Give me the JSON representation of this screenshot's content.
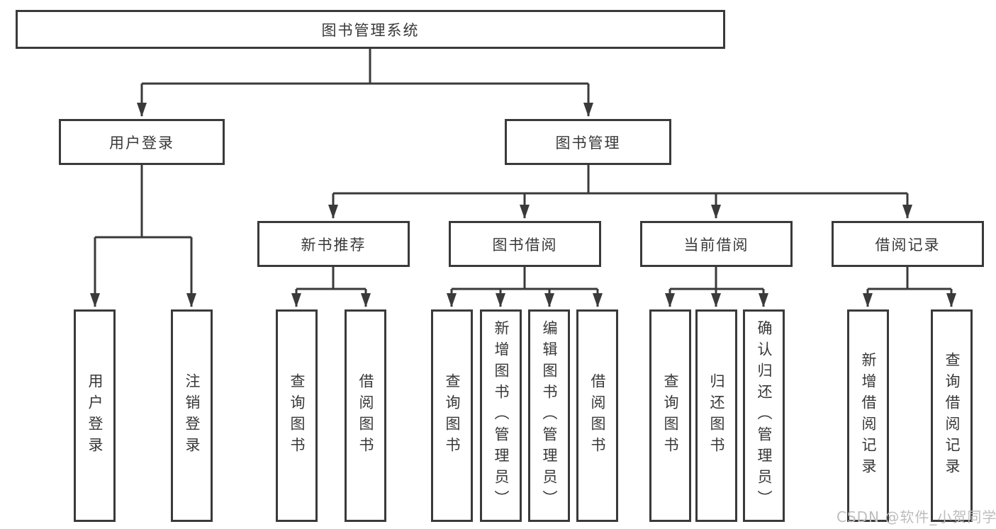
{
  "diagram": {
    "title": "图书管理系统",
    "root": {
      "label": "图书管理系统"
    },
    "level2": [
      {
        "id": "user-login",
        "label": "用户登录",
        "parent": "图书管理系统"
      },
      {
        "id": "book-management",
        "label": "图书管理",
        "parent": "图书管理系统"
      }
    ],
    "level3": [
      {
        "id": "new-book-recommend",
        "label": "新书推荐",
        "parent": "图书管理"
      },
      {
        "id": "book-borrow",
        "label": "图书借阅",
        "parent": "图书管理"
      },
      {
        "id": "current-borrow",
        "label": "当前借阅",
        "parent": "图书管理"
      },
      {
        "id": "borrow-records",
        "label": "借阅记录",
        "parent": "图书管理"
      }
    ],
    "leaves": [
      {
        "label": "用户登录",
        "parent": "用户登录"
      },
      {
        "label": "注销登录",
        "parent": "用户登录"
      },
      {
        "label": "查询图书",
        "parent": "新书推荐"
      },
      {
        "label": "借阅图书",
        "parent": "新书推荐"
      },
      {
        "label": "查询图书",
        "parent": "图书借阅"
      },
      {
        "label": "新增图书（管理员）",
        "parent": "图书借阅"
      },
      {
        "label": "编辑图书（管理员）",
        "parent": "图书借阅"
      },
      {
        "label": "借阅图书",
        "parent": "图书借阅"
      },
      {
        "label": "查询图书",
        "parent": "当前借阅"
      },
      {
        "label": "归还图书",
        "parent": "当前借阅"
      },
      {
        "label": "确认归还（管理员）",
        "parent": "当前借阅"
      },
      {
        "label": "新增借阅记录",
        "parent": "借阅记录"
      },
      {
        "label": "查询借阅记录",
        "parent": "借阅记录"
      }
    ],
    "watermark": "CSDN @软件_小贺同学",
    "colors": {
      "line": "#3a3a3a",
      "text": "#383838",
      "watermark": "#bdbdbd",
      "background": "#ffffff"
    }
  }
}
